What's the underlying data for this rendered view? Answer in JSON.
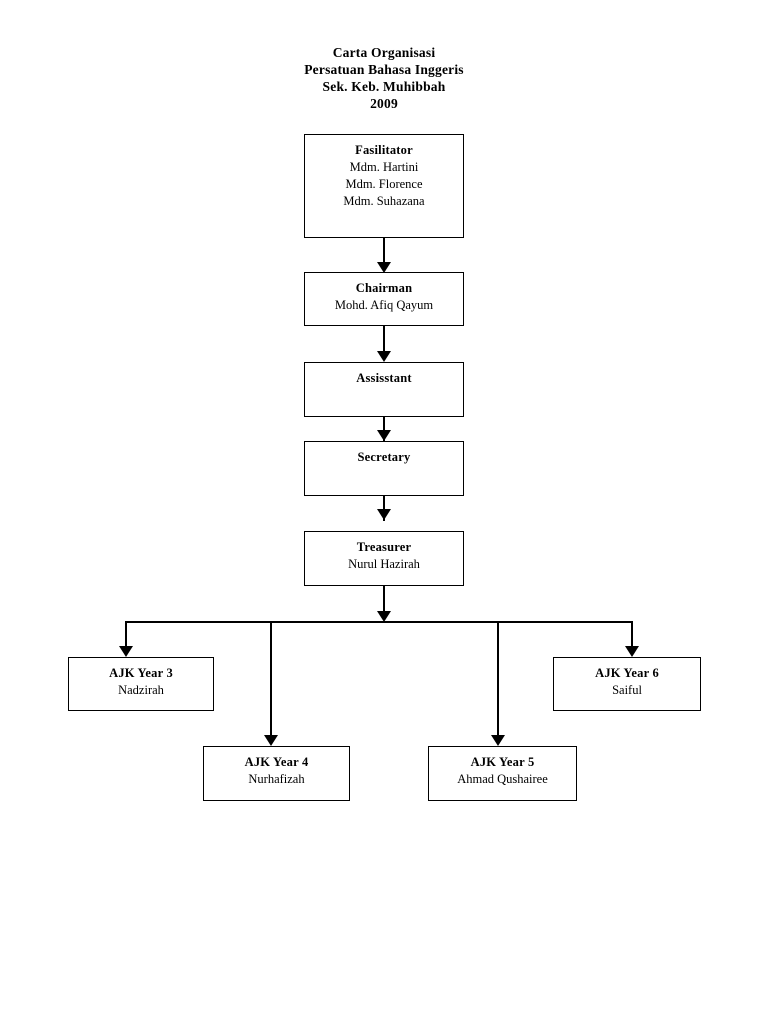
{
  "title": {
    "lines": [
      "Carta Organisasi",
      "Persatuan Bahasa Inggeris",
      "Sek. Keb. Muhibbah",
      "2009"
    ],
    "line1": "Carta Organisasi",
    "line2": "Persatuan Bahasa Inggeris",
    "line3": "Sek. Keb. Muhibbah",
    "line4": "2009"
  },
  "colors": {
    "background": "#ffffff",
    "line": "#000000",
    "text": "#000000",
    "box_border": "#000000"
  },
  "chart_data": {
    "type": "diagram",
    "diagram_type": "organizational-chart",
    "title": "Carta Organisasi Persatuan Bahasa Inggeris Sek. Keb. Muhibbah 2009",
    "orientation": "top-down",
    "nodes": [
      {
        "id": "fasilitator",
        "role": "Fasilitator",
        "people": [
          "Mdm. Hartini",
          "Mdm. Florence",
          "Mdm. Suhazana"
        ],
        "person_line_1": "Mdm. Hartini",
        "person_line_2": "Mdm. Florence",
        "person_line_3": "Mdm. Suhazana",
        "level": 1
      },
      {
        "id": "chairman",
        "role": "Chairman",
        "people": [
          "Mohd. Afiq Qayum"
        ],
        "person_line_1": "Mohd. Afiq Qayum",
        "level": 2
      },
      {
        "id": "assisstant",
        "role": "Assisstant",
        "people": [],
        "person_line_1": "",
        "level": 3
      },
      {
        "id": "secretary",
        "role": "Secretary",
        "people": [],
        "person_line_1": "",
        "level": 4
      },
      {
        "id": "treasurer",
        "role": "Treasurer",
        "people": [
          "Nurul Hazirah"
        ],
        "person_line_1": "Nurul Hazirah",
        "level": 5
      },
      {
        "id": "ajk-year-3",
        "role": "AJK Year 3",
        "people": [
          "Nadzirah"
        ],
        "person_line_1": "Nadzirah",
        "level": 6
      },
      {
        "id": "ajk-year-4",
        "role": "AJK Year 4",
        "people": [
          "Nurhafizah"
        ],
        "person_line_1": "Nurhafizah",
        "level": 6
      },
      {
        "id": "ajk-year-5",
        "role": "AJK Year 5",
        "people": [
          "Ahmad Qushairee"
        ],
        "person_line_1": "Ahmad Qushairee",
        "level": 6
      },
      {
        "id": "ajk-year-6",
        "role": "AJK Year 6",
        "people": [
          "Saiful"
        ],
        "person_line_1": "Saiful",
        "level": 6
      }
    ],
    "edges": [
      {
        "from": "fasilitator",
        "to": "chairman",
        "style": "arrow"
      },
      {
        "from": "chairman",
        "to": "assisstant",
        "style": "arrow"
      },
      {
        "from": "assisstant",
        "to": "secretary",
        "style": "arrow"
      },
      {
        "from": "secretary",
        "to": "treasurer",
        "style": "arrow"
      },
      {
        "from": "treasurer",
        "to": "ajk-year-3",
        "style": "arrow"
      },
      {
        "from": "treasurer",
        "to": "ajk-year-4",
        "style": "arrow"
      },
      {
        "from": "treasurer",
        "to": "ajk-year-5",
        "style": "arrow"
      },
      {
        "from": "treasurer",
        "to": "ajk-year-6",
        "style": "arrow"
      }
    ]
  }
}
